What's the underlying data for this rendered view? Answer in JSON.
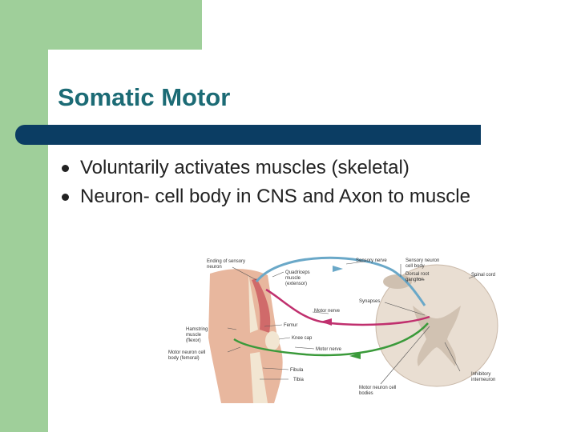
{
  "slide": {
    "title": "Somatic Motor",
    "bullets": [
      "Voluntarily activates muscles (skeletal)",
      "Neuron- cell body in CNS and Axon to muscle"
    ]
  },
  "figure": {
    "labels": {
      "ending_sensory": "Ending of sensory",
      "neuron": "neuron",
      "quadriceps": "Quadriceps",
      "muscle": "muscle",
      "extensor": "(extensor)",
      "sensory_nerve": "Sensory nerve",
      "sensory_neuron": "Sensory neuron",
      "cell_body": "cell body",
      "dorsal_root": "Dorsal root",
      "ganglion": "ganglion",
      "spinal_cord": "Spinal cord",
      "synapses": "Synapses",
      "motor_nerve": "Motor nerve",
      "femur": "Femur",
      "knee_cap": "Knee cap",
      "motor_nerve_2": "Motor nerve",
      "hamstring": "Hamstring",
      "muscle_2": "muscle",
      "flexor": "(flexor)",
      "motor_neuron_cell": "Motor neuron cell",
      "body_femoral": "body (femoral)",
      "fibula": "Fibula",
      "tibia": "Tibia",
      "motor_neuron_cell_body": "Motor neuron cell",
      "bodies": "bodies",
      "inhibitory": "Inhibitory",
      "interneuron": "interneuron"
    }
  },
  "colors": {
    "sidebar": "#9fcf9a",
    "title": "#1c6b75",
    "rule": "#0b3d63",
    "sensory": "#6aa8c8",
    "motor_extensor": "#c0306e",
    "motor_flexor": "#3a9a3a"
  }
}
